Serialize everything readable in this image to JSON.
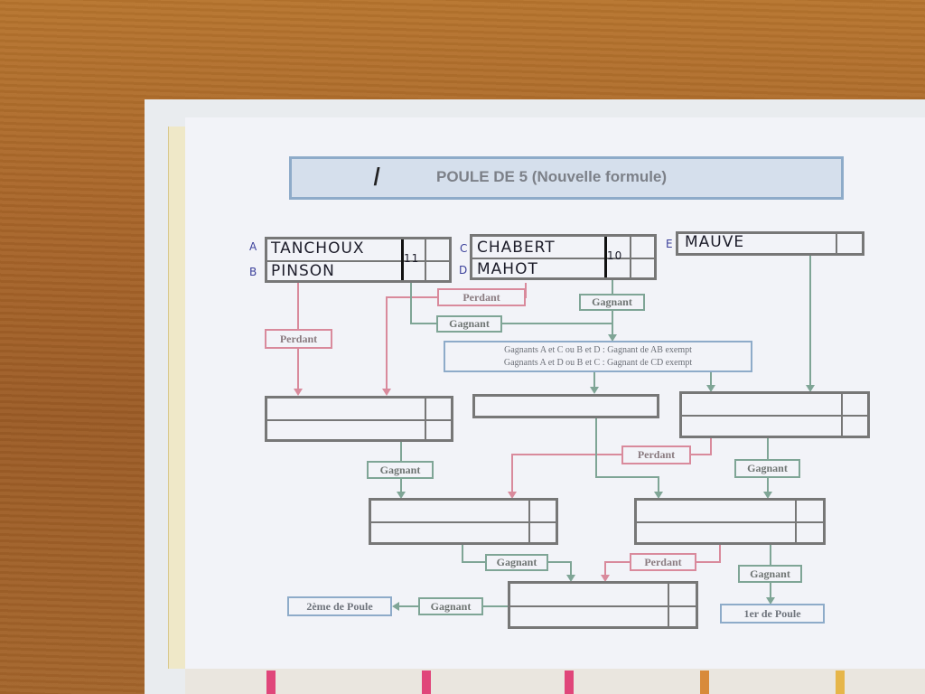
{
  "header": {
    "roman_numeral": "I",
    "title": "POULE DE 5  (Nouvelle formule)"
  },
  "players": [
    {
      "letter": "A",
      "name": "TANCHOUX"
    },
    {
      "letter": "B",
      "name": "PINSON"
    },
    {
      "letter": "C",
      "name": "CHABERT"
    },
    {
      "letter": "D",
      "name": "MAHOT"
    },
    {
      "letter": "E",
      "name": "MAUVE"
    }
  ],
  "scores": {
    "ab": "11",
    "cd": "10"
  },
  "labels": {
    "perdant": "Perdant",
    "gagnant": "Gagnant",
    "second": "2ème de Poule",
    "first": "1er de Poule"
  },
  "info": {
    "line1": "Gagnants A et C ou B et D : Gagnant de AB exempt",
    "line2": "Gagnants A et D ou B et C : Gagnant de CD exempt"
  },
  "colors": {
    "loser": "#d98a9c",
    "winner": "#7fa596",
    "header": "#8eabc9"
  }
}
